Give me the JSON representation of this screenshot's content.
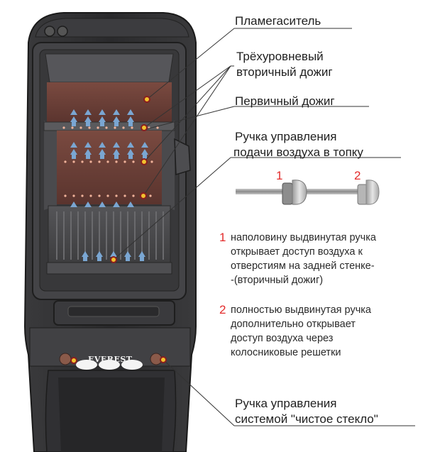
{
  "labels": {
    "flame_arrester": "Пламегаситель",
    "secondary_burn_1": "Трёхуровневый",
    "secondary_burn_2": "вторичный дожиг",
    "primary_burn": "Первичный дожиг",
    "air_handle_1": "Ручка управления",
    "air_handle_2": "подачи воздуха в топку",
    "clean_glass_1": "Ручка управления",
    "clean_glass_2": "системой \"чистое стекло\""
  },
  "handle_positions": {
    "pos1": "1",
    "pos2": "2"
  },
  "notes": {
    "n1_number": "1",
    "n1_line1": "наполовину выдвинутая ручка",
    "n1_line2": "открывает доступ воздуха к",
    "n1_line3": "отверстиям на задней стенке-",
    "n1_line4": "-(вторичный дожиг)",
    "n2_number": "2",
    "n2_line1": "полностью выдвинутая ручка",
    "n2_line2": "дополнительно открывает",
    "n2_line3": "доступ воздуха через",
    "n2_line4": "колосниковые решетки"
  },
  "brand": "EVEREST",
  "colors": {
    "accent_red": "#e32b2b",
    "marker_yellow": "#f2c12e",
    "stove_body": "#2e2e30",
    "firebox_back": "#6a3c34",
    "air_arrow": "#7aa6d2"
  }
}
